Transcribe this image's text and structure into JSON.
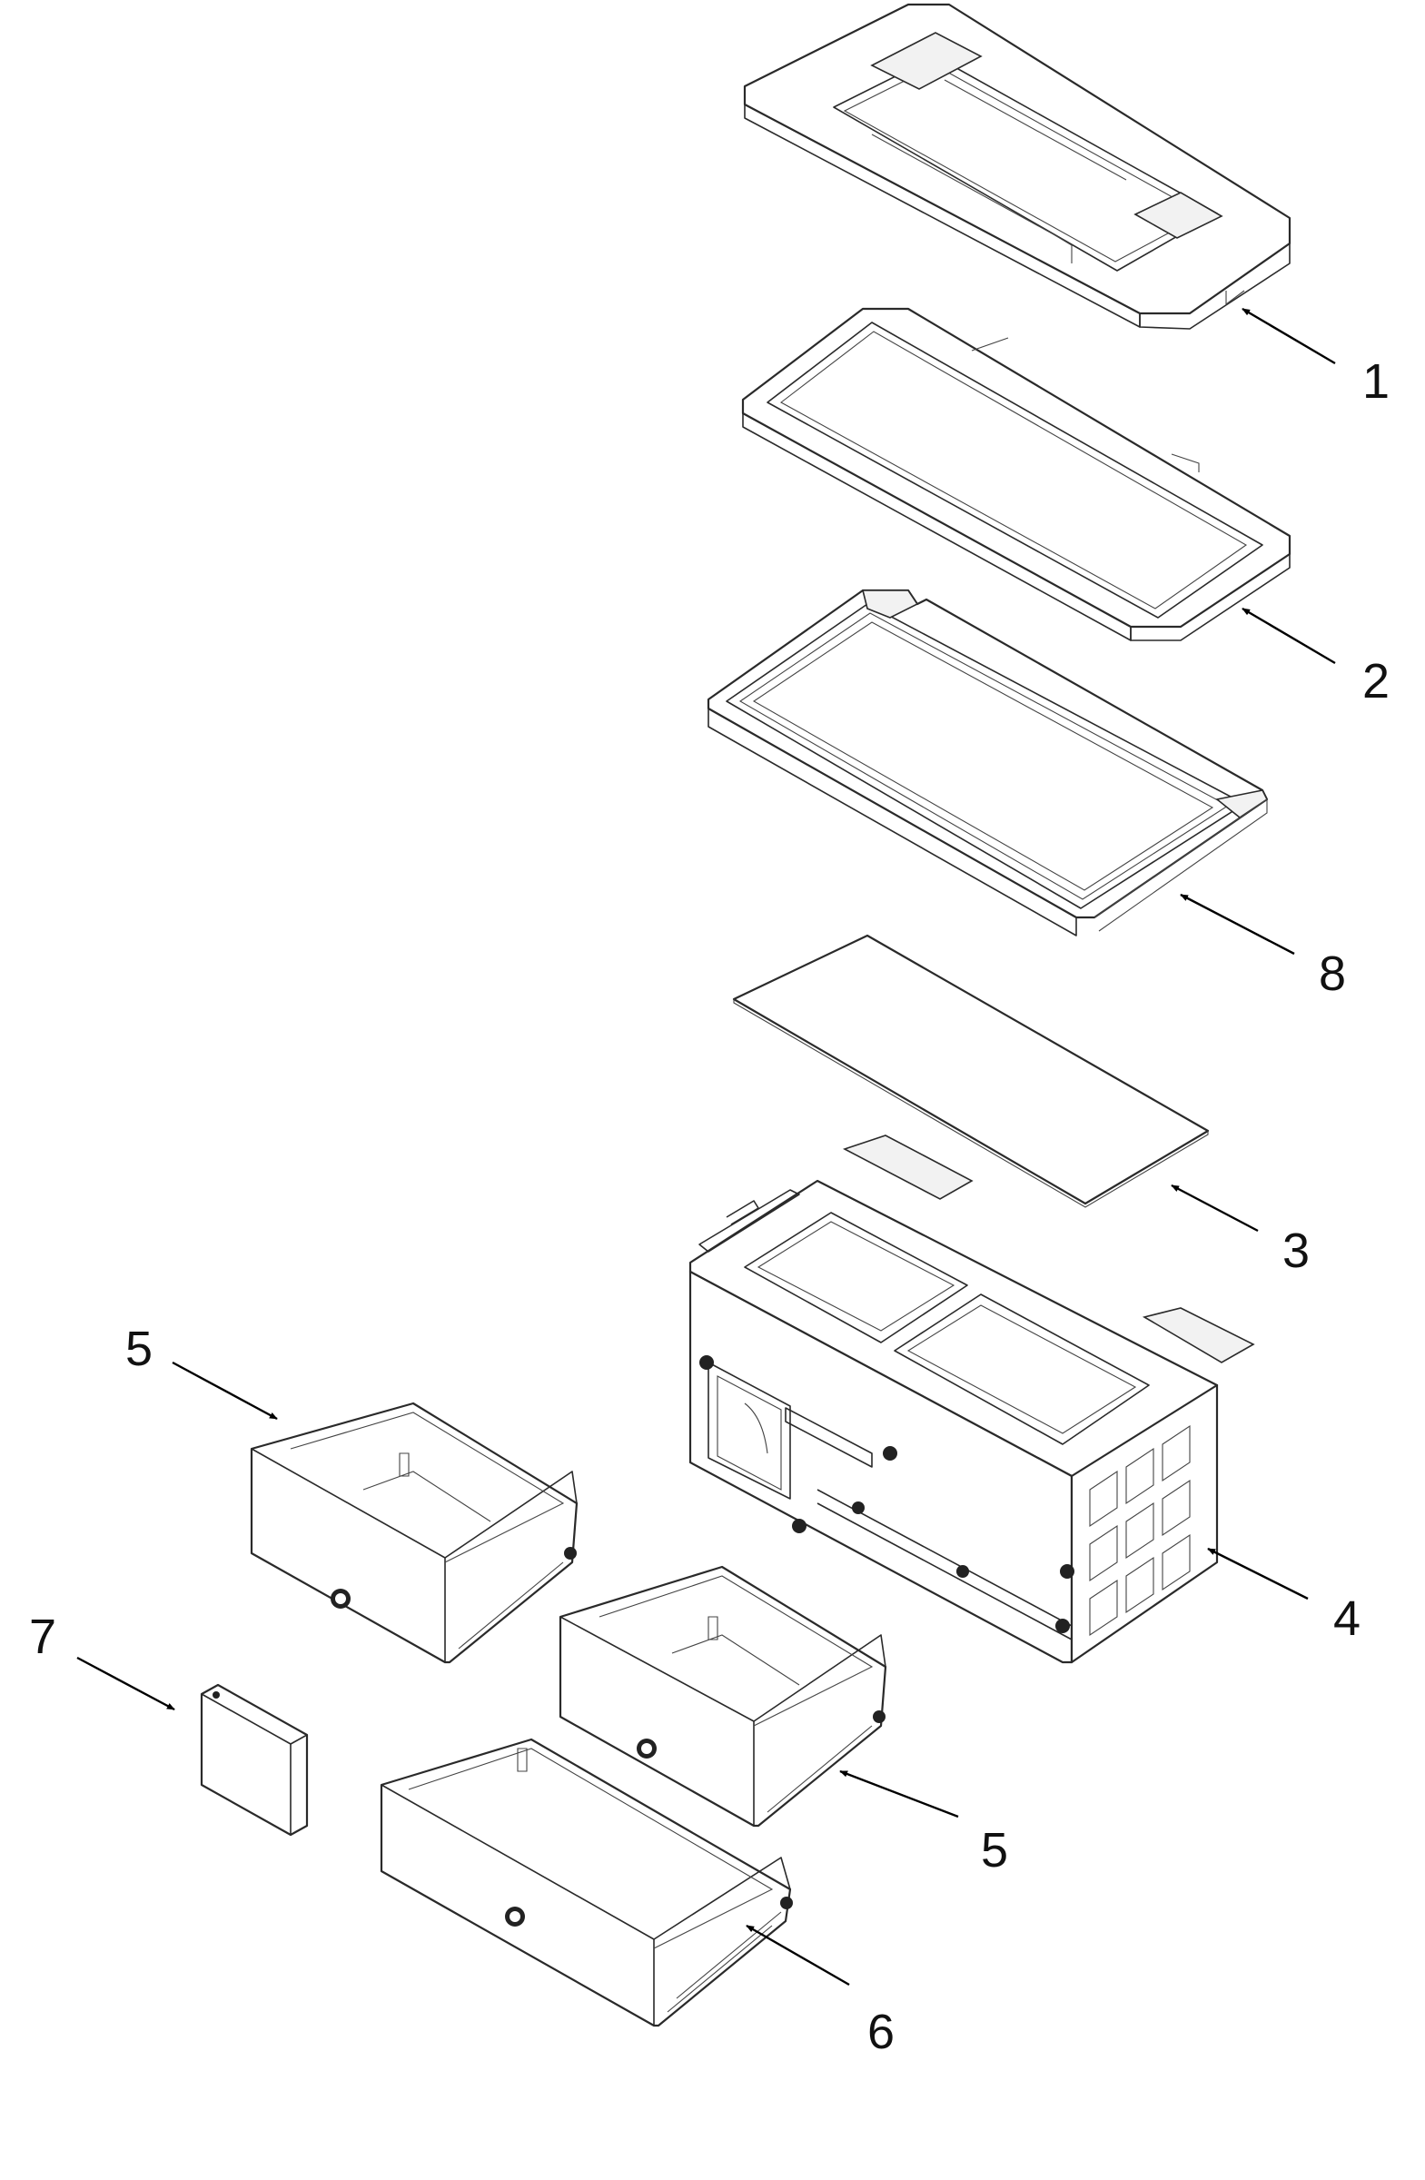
{
  "diagram": {
    "type": "exploded-parts-view",
    "callouts": [
      {
        "id": "c1",
        "label": "1"
      },
      {
        "id": "c2",
        "label": "2"
      },
      {
        "id": "c8",
        "label": "8"
      },
      {
        "id": "c3",
        "label": "3"
      },
      {
        "id": "c5a",
        "label": "5"
      },
      {
        "id": "c4",
        "label": "4"
      },
      {
        "id": "c7",
        "label": "7"
      },
      {
        "id": "c5b",
        "label": "5"
      },
      {
        "id": "c6",
        "label": "6"
      }
    ],
    "colors": {
      "line": "#2a2a2a",
      "background": "#ffffff",
      "text": "#111111"
    }
  }
}
